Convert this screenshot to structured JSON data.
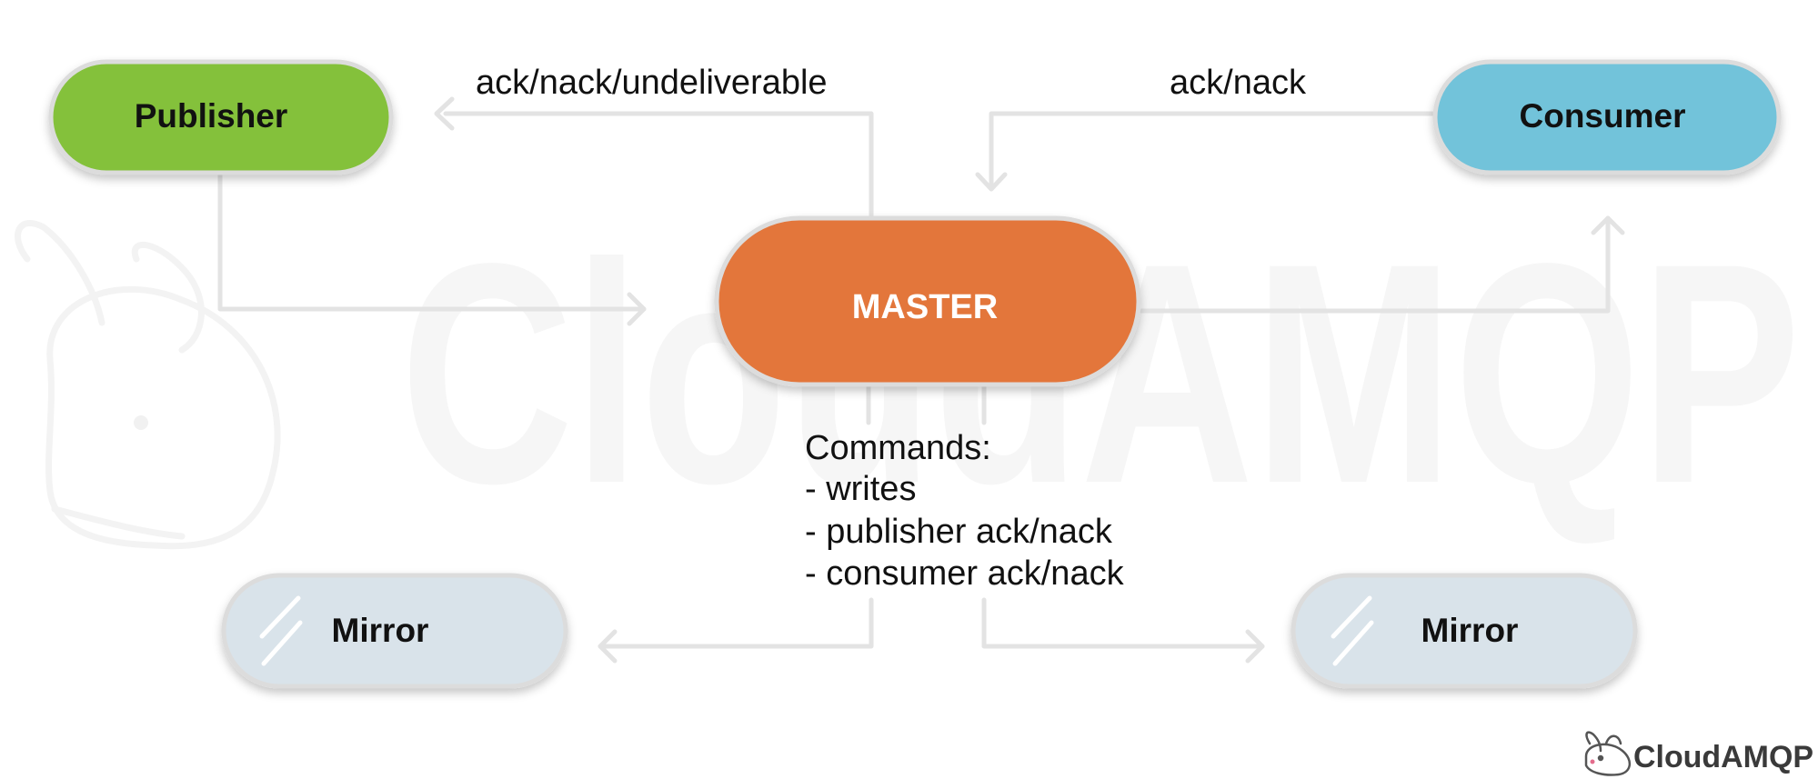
{
  "nodes": {
    "publisher": {
      "label": "Publisher",
      "color": "#84c13a"
    },
    "consumer": {
      "label": "Consumer",
      "color": "#72c3da"
    },
    "master": {
      "label": "MASTER",
      "color": "#e3763a"
    },
    "mirror_left": {
      "label": "Mirror",
      "color": "#d9e3ea"
    },
    "mirror_right": {
      "label": "Mirror",
      "color": "#d9e3ea"
    }
  },
  "edge_labels": {
    "master_to_publisher": "ack/nack/undeliverable",
    "consumer_to_master": "ack/nack"
  },
  "commands": {
    "title": "Commands:",
    "items": [
      "- writes",
      "- publisher ack/nack",
      "- consumer ack/nack"
    ]
  },
  "watermark": {
    "text": "CloudAMQP",
    "icon": "rabbit-icon"
  },
  "brand": {
    "text": "CloudAMQP",
    "icon": "rabbit-icon"
  },
  "colors": {
    "line": "#e3e3e3",
    "node_border": "#d9d9d9",
    "watermark": "#f6f6f6"
  }
}
